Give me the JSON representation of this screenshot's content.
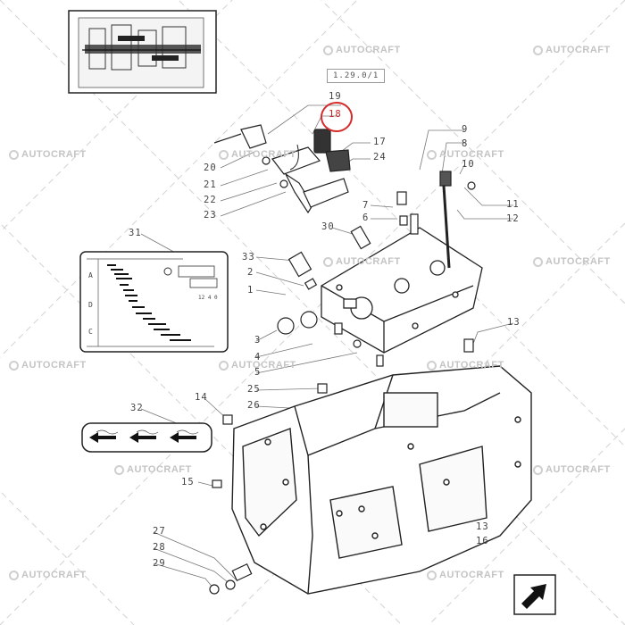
{
  "reference_code": "1.29.0/1",
  "watermark_text": "AUTOCRAFT",
  "accent_color": "#d62b2b",
  "highlighted_callout": "18",
  "callouts": {
    "c19": "19",
    "c18": "18",
    "c17": "17",
    "c24": "24",
    "c20": "20",
    "c21": "21",
    "c22": "22",
    "c23": "23",
    "c9": "9",
    "c8": "8",
    "c10": "10",
    "c11": "11",
    "c12": "12",
    "c7": "7",
    "c6": "6",
    "c30": "30",
    "c31": "31",
    "c33": "33",
    "c2": "2",
    "c1": "1",
    "c3": "3",
    "c4": "4",
    "c5": "5",
    "c13a": "13",
    "c14": "14",
    "c25": "25",
    "c26": "26",
    "c32": "32",
    "c15": "15",
    "c27": "27",
    "c28": "28",
    "c29": "29",
    "c13b": "13",
    "c16": "16"
  },
  "shift_card": {
    "rows": [
      "A",
      "D",
      "C"
    ],
    "small_label_1": "12 4 0"
  },
  "nav_icon": "next-page-arrow-icon"
}
